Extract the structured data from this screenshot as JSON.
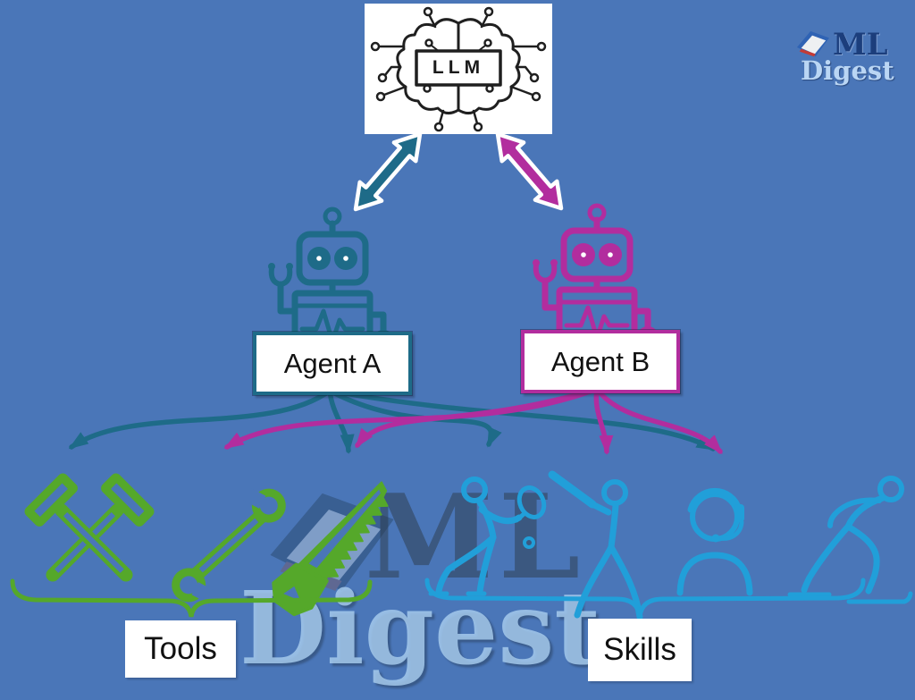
{
  "canvas": {
    "background": "#4a76b8"
  },
  "llm_node": {
    "label": "LLM",
    "icon": "brain-circuit-icon"
  },
  "brand_logo": {
    "name": "ML",
    "suffix": "Digest",
    "icon": "book-icon",
    "name_color": "#1c3e7c",
    "suffix_color": "#bad6f4"
  },
  "agents": [
    {
      "label": "Agent A",
      "color": "#1e6b88",
      "icon": "robot-icon"
    },
    {
      "label": "Agent B",
      "color": "#b22d9e",
      "icon": "robot-icon"
    }
  ],
  "groups": [
    {
      "label": "Tools",
      "color": "#55a82a",
      "items": [
        "crossed-hammers",
        "wrench",
        "saw"
      ]
    },
    {
      "label": "Skills",
      "color": "#219fd9",
      "items": [
        "tennis-player",
        "baseball-batter",
        "support-agent",
        "ice-skater"
      ]
    }
  ],
  "connections": [
    {
      "from": "LLM",
      "to": "Agent A",
      "style": "double-arrow",
      "color": "#1e6b88"
    },
    {
      "from": "LLM",
      "to": "Agent B",
      "style": "double-arrow",
      "color": "#b22d9e"
    },
    {
      "from": "Agent A",
      "to": "crossed-hammers",
      "color": "#1e6b88"
    },
    {
      "from": "Agent A",
      "to": "saw",
      "color": "#1e6b88"
    },
    {
      "from": "Agent A",
      "to": "tennis-player",
      "color": "#1e6b88"
    },
    {
      "from": "Agent A",
      "to": "support-agent",
      "color": "#1e6b88"
    },
    {
      "from": "Agent B",
      "to": "wrench",
      "color": "#b22d9e"
    },
    {
      "from": "Agent B",
      "to": "saw",
      "color": "#b22d9e"
    },
    {
      "from": "Agent B",
      "to": "baseball-batter",
      "color": "#b22d9e"
    },
    {
      "from": "Agent B",
      "to": "support-agent",
      "color": "#b22d9e"
    }
  ],
  "watermark": {
    "line1": "ML",
    "line2": "Digest"
  }
}
